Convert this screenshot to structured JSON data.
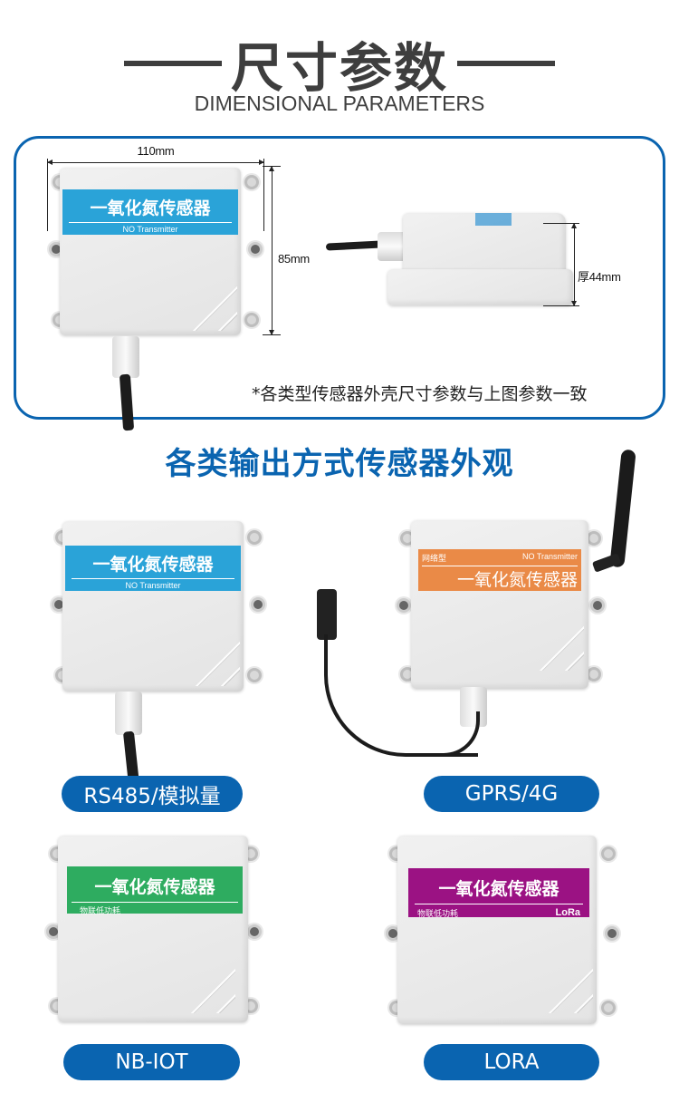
{
  "header": {
    "title": "尺寸参数",
    "subtitle": "DIMENSIONAL PARAMETERS"
  },
  "dimensions": {
    "width_label": "110mm",
    "height_label": "85mm",
    "thickness_label": "厚44mm",
    "note": "*各类型传感器外壳尺寸参数与上图参数一致",
    "front_device": {
      "label_cn": "一氧化氮传感器",
      "label_en": "NO Transmitter",
      "band_color": "#2aa3d8"
    }
  },
  "section": {
    "title": "各类输出方式传感器外观"
  },
  "variants": [
    {
      "label_cn": "一氧化氮传感器",
      "sub_left": "",
      "sub_right": "NO Transmitter",
      "band_color": "#2aa3d8",
      "pill": "RS485/模拟量"
    },
    {
      "label_cn": "一氧化氮传感器",
      "sub_left": "网络型",
      "sub_right": "NO Transmitter",
      "band_color": "#ea8a47",
      "pill": "GPRS/4G"
    },
    {
      "label_cn": "一氧化氮传感器",
      "sub_left": "物联低功耗",
      "sub_right": "",
      "band_color": "#2eac60",
      "pill": "NB-IOT"
    },
    {
      "label_cn": "一氧化氮传感器",
      "sub_left": "物联低功耗",
      "sub_right": "LoRa",
      "band_color": "#9b1283",
      "pill": "LORA"
    }
  ],
  "colors": {
    "accent": "#0a64b0",
    "heading": "#3e3e3e"
  }
}
